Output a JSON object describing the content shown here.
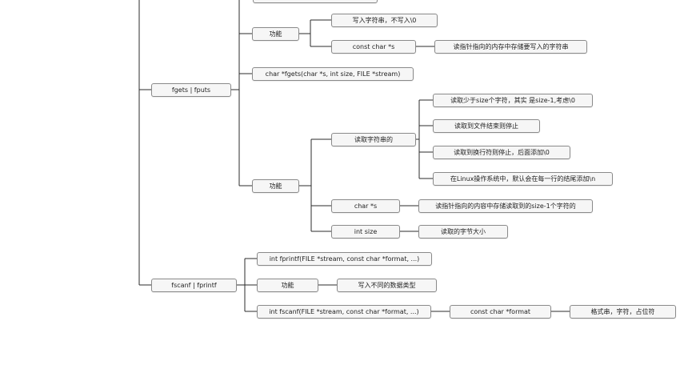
{
  "nodes": {
    "top_write_no_write0": "写入字符串，不写入\\0",
    "top_func": "功能",
    "top_const_char_s": "const char *s",
    "top_read_pointer_content": "读指针指向的内存中存储要写入的字符串",
    "fgets_fputs": "fgets | fputs",
    "fgets_signature": "char *fgets(char *s, int size, FILE *stream)",
    "fgets_func": "功能",
    "read_string": "读取字符串的",
    "read_less_size": "读取少于size个字符，其实 是size-1,考虑\\0",
    "read_eof_stop": "读取到文件结束则停止",
    "read_newline_stop": "读取到换行符则停止，后面添加\\0",
    "linux_newline": "在Linux操作系统中，默认会在每一行的结尾添加\\n",
    "char_s": "char *s",
    "char_s_desc": "读指针指向的内容中存储读取到的size-1个字符的",
    "int_size": "int size",
    "int_size_desc": "读取的字节大小",
    "fscanf_fprintf": "fscanf | fprintf",
    "fprintf_signature": "int fprintf(FILE *stream, const char *format, ...)",
    "fscanf_func": "功能",
    "write_types": "写入不同的数据类型",
    "fscanf_signature": "int fscanf(FILE *stream, const char *format, ...)",
    "const_char_format": "const char *format",
    "format_desc": "格式串，字符，占位符"
  }
}
